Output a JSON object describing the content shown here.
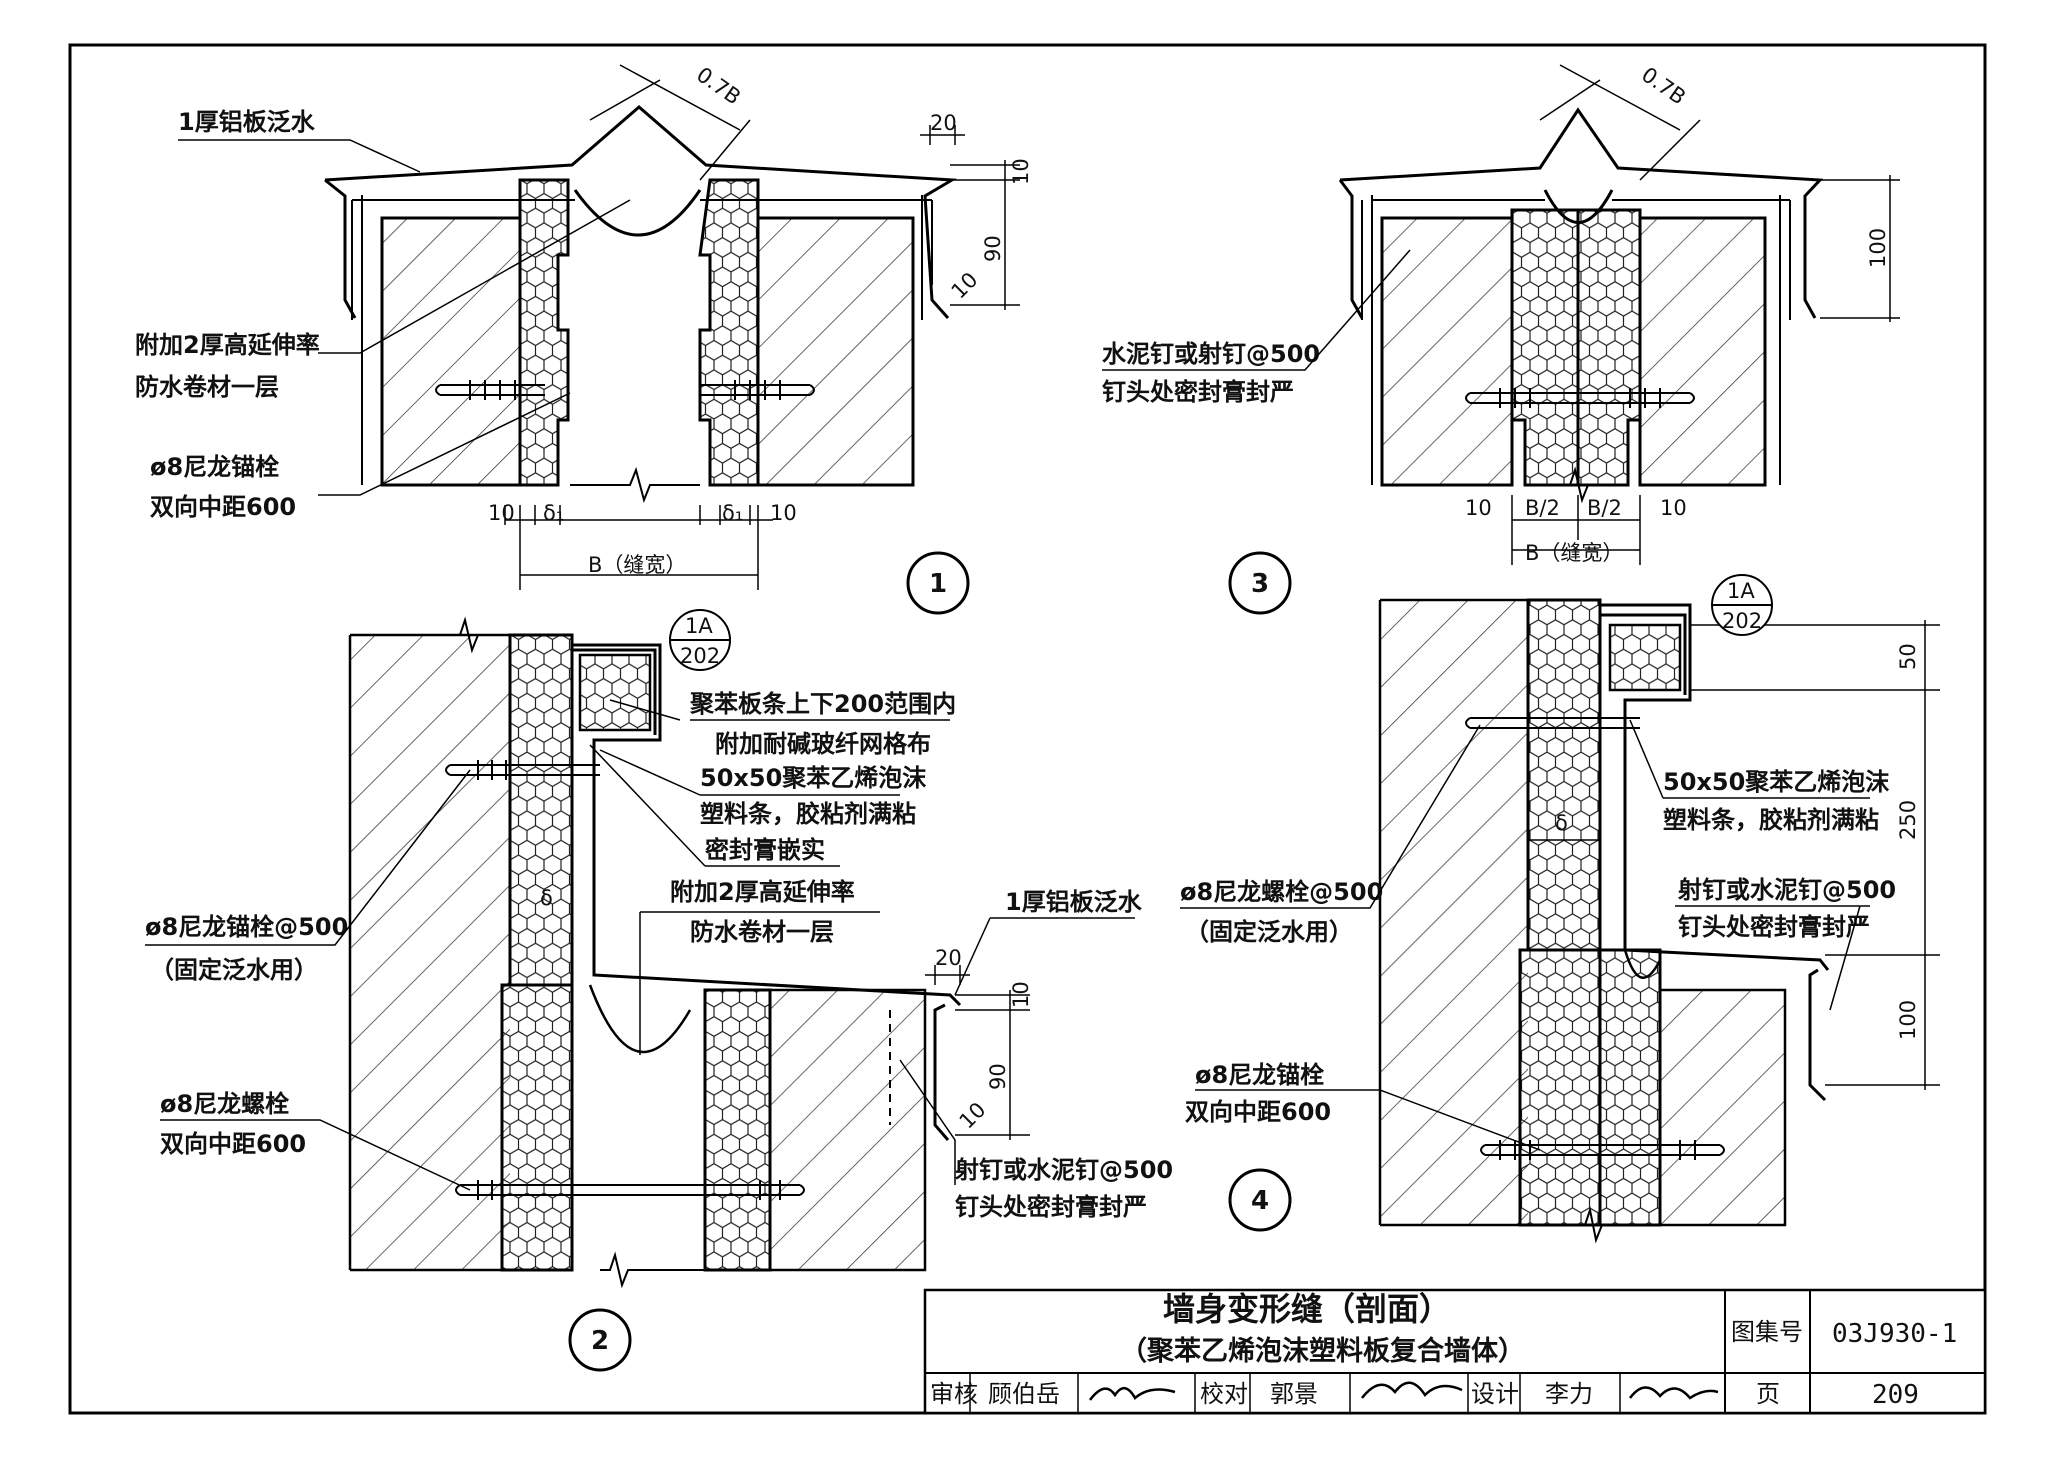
{
  "labels": {
    "alum_flashing": "1厚铝板泛水",
    "membrane_1": "附加2厚高延伸率",
    "membrane_2": "防水卷材一层",
    "anchor_1": "ø8尼龙锚栓",
    "anchor_2": "双向中距600",
    "nail_1": "水泥钉或射钉@500",
    "nail_2": "钉头处密封膏封严",
    "mesh_1": "聚苯板条上下200范围内",
    "mesh_2": "附加耐碱玻纤网格布",
    "strip_1": "50x50聚苯乙烯泡沫",
    "strip_2": "塑料条，胶粘剂满粘",
    "strip_3": "密封膏嵌实",
    "anchor500_1": "ø8尼龙锚栓@500",
    "anchor500_2": "（固定泛水用）",
    "bolt_1": "ø8尼龙螺栓",
    "bolt_2": "双向中距600",
    "shot_1": "射钉或水泥钉@500",
    "shot_2": "钉头处密封膏封严",
    "bolt500_1": "ø8尼龙螺栓@500",
    "bolt500_2": "（固定泛水用）"
  },
  "dims": {
    "d07b": "0.7B",
    "d20": "20",
    "d10": "10",
    "d90": "90",
    "d100": "100",
    "d50": "50",
    "d250": "250",
    "delta1": "δ₁",
    "delta": "δ",
    "b_width": "B（缝宽）",
    "b_half": "B/2"
  },
  "details": {
    "d1": "1",
    "d2": "2",
    "d3": "3",
    "d4": "4"
  },
  "refs": {
    "top": "1A",
    "bottom": "202"
  },
  "title_block": {
    "title": "墙身变形缝（剖面）",
    "subtitle": "（聚苯乙烯泡沫塑料板复合墙体）",
    "atlas_label": "图集号",
    "atlas_no": "03J930-1",
    "review_label": "审核",
    "reviewer": "顾伯岳",
    "check_label": "校对",
    "checker": "郭景",
    "design_label": "设计",
    "designer": "李力",
    "page_label": "页",
    "page_no": "209"
  }
}
